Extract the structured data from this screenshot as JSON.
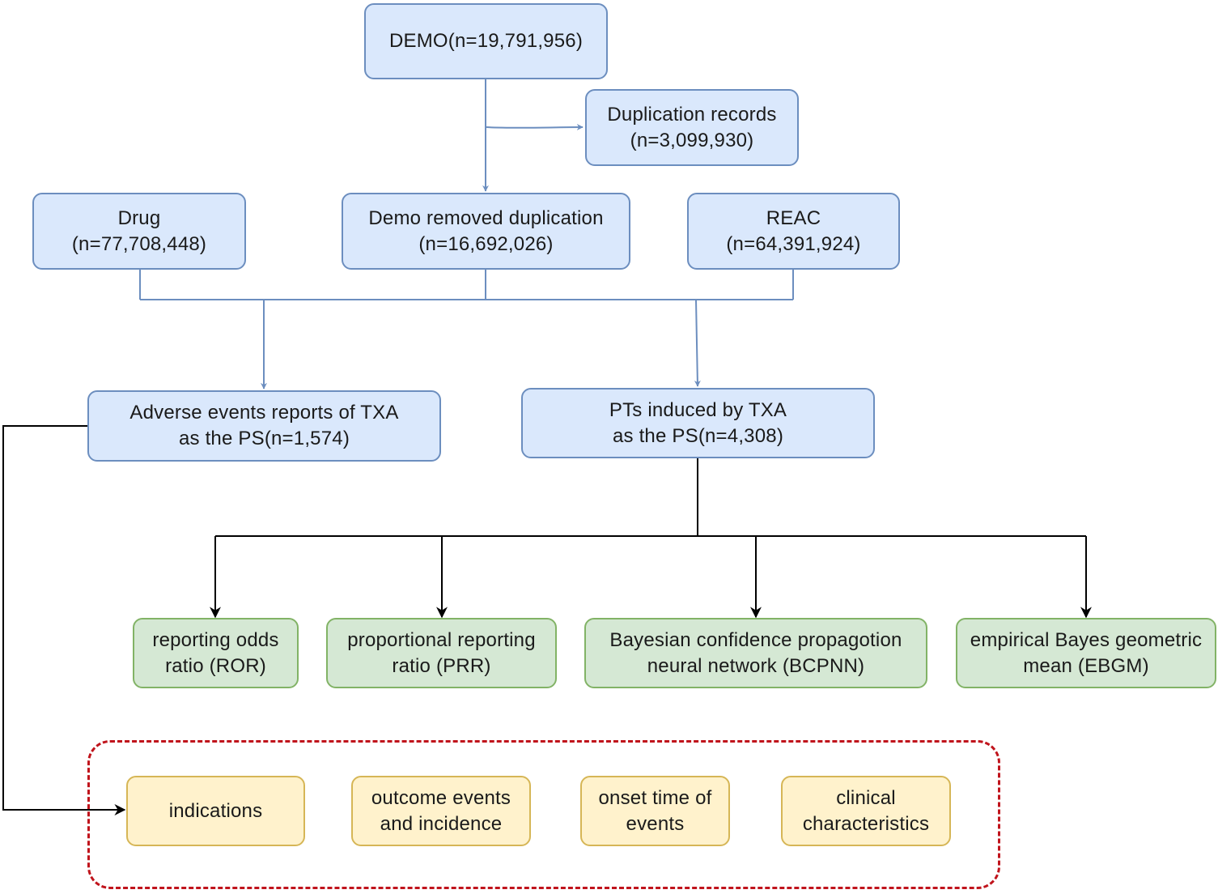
{
  "colors": {
    "blue_fill": "#dae8fc",
    "blue_stroke": "#6c8ebf",
    "green_fill": "#d5e8d4",
    "green_stroke": "#82b366",
    "yellow_fill": "#fff2cc",
    "yellow_stroke": "#d6b656",
    "dashed_border": "#c0141c",
    "arrow_blue": "#6c8ebf",
    "arrow_black": "#000000"
  },
  "boxes": {
    "demo": [
      "DEMO(n=19,791,956)"
    ],
    "duplication": [
      "Duplication records",
      "(n=3,099,930)"
    ],
    "drug": [
      "Drug",
      "(n=77,708,448)"
    ],
    "demo_removed": [
      "Demo removed duplication",
      "(n=16,692,026)"
    ],
    "reac": [
      "REAC",
      "(n=64,391,924)"
    ],
    "adverse_events": [
      "Adverse events reports of TXA",
      "as the PS(n=1,574)"
    ],
    "pts_induced": [
      "PTs induced by TXA",
      "as the PS(n=4,308)"
    ]
  },
  "methods": [
    [
      "reporting odds",
      "ratio (ROR)"
    ],
    [
      "proportional reporting",
      "ratio (PRR)"
    ],
    [
      "Bayesian confidence propagotion",
      "neural network (BCPNN)"
    ],
    [
      "empirical Bayes geometric",
      "mean (EBGM)"
    ]
  ],
  "analyses": [
    [
      "indications"
    ],
    [
      "outcome events",
      "and incidence"
    ],
    [
      "onset time of",
      "events"
    ],
    [
      "clinical",
      "characteristics"
    ]
  ]
}
